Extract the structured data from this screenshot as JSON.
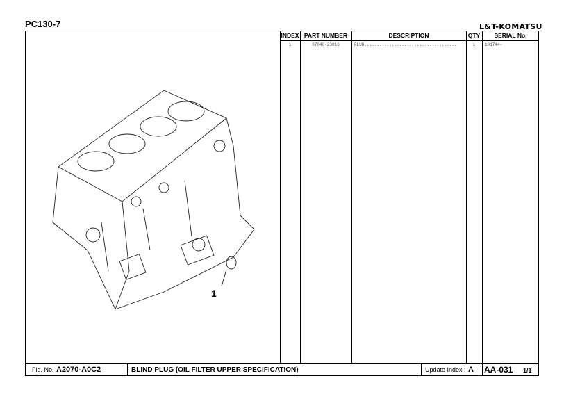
{
  "header": {
    "model": "PC130-7",
    "brand": "L&T-KOMATSU"
  },
  "table": {
    "columns": [
      "INDEX",
      "PART NUMBER",
      "DESCRIPTION",
      "QTY",
      "SERIAL No."
    ],
    "rows": [
      {
        "index": "1",
        "part_number": "07046-23016",
        "description": "PLUG.....................................",
        "qty": "1",
        "serial": "101744-"
      }
    ]
  },
  "illustration": {
    "callouts": [
      "1"
    ]
  },
  "footer": {
    "fig_label": "Fig. No.",
    "fig_no": "A2070-A0C2",
    "title": "BLIND PLUG (OIL FILTER UPPER SPECIFICATION)",
    "update_label": "Update Index :",
    "update_value": "A",
    "page_code": "AA-031",
    "page": "1/1"
  }
}
